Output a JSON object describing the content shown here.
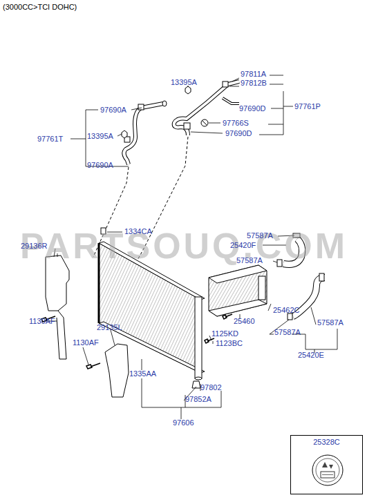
{
  "diagram": {
    "title": "(3000CC>TCI DOHC)",
    "nodes": [
      {
        "text": [
          "25328C"
        ]
      }
    ],
    "labels": [
      "13395A",
      "97811A",
      "97812B",
      "97690A",
      "97690D",
      "97761P",
      "97766S",
      "97761T",
      "13395A",
      "97690D",
      "97690A",
      "1334CA",
      "57587A",
      "25420F",
      "29136R",
      "57587A",
      "PARTSOUQ.COM",
      "25462C",
      "25460",
      "1130AF",
      "57587A",
      "29135L",
      "1125KD",
      "57587A",
      "1130AF",
      "1123BC",
      "25420E",
      "1335AA",
      "97802",
      "97852A",
      "97606"
    ]
  }
}
